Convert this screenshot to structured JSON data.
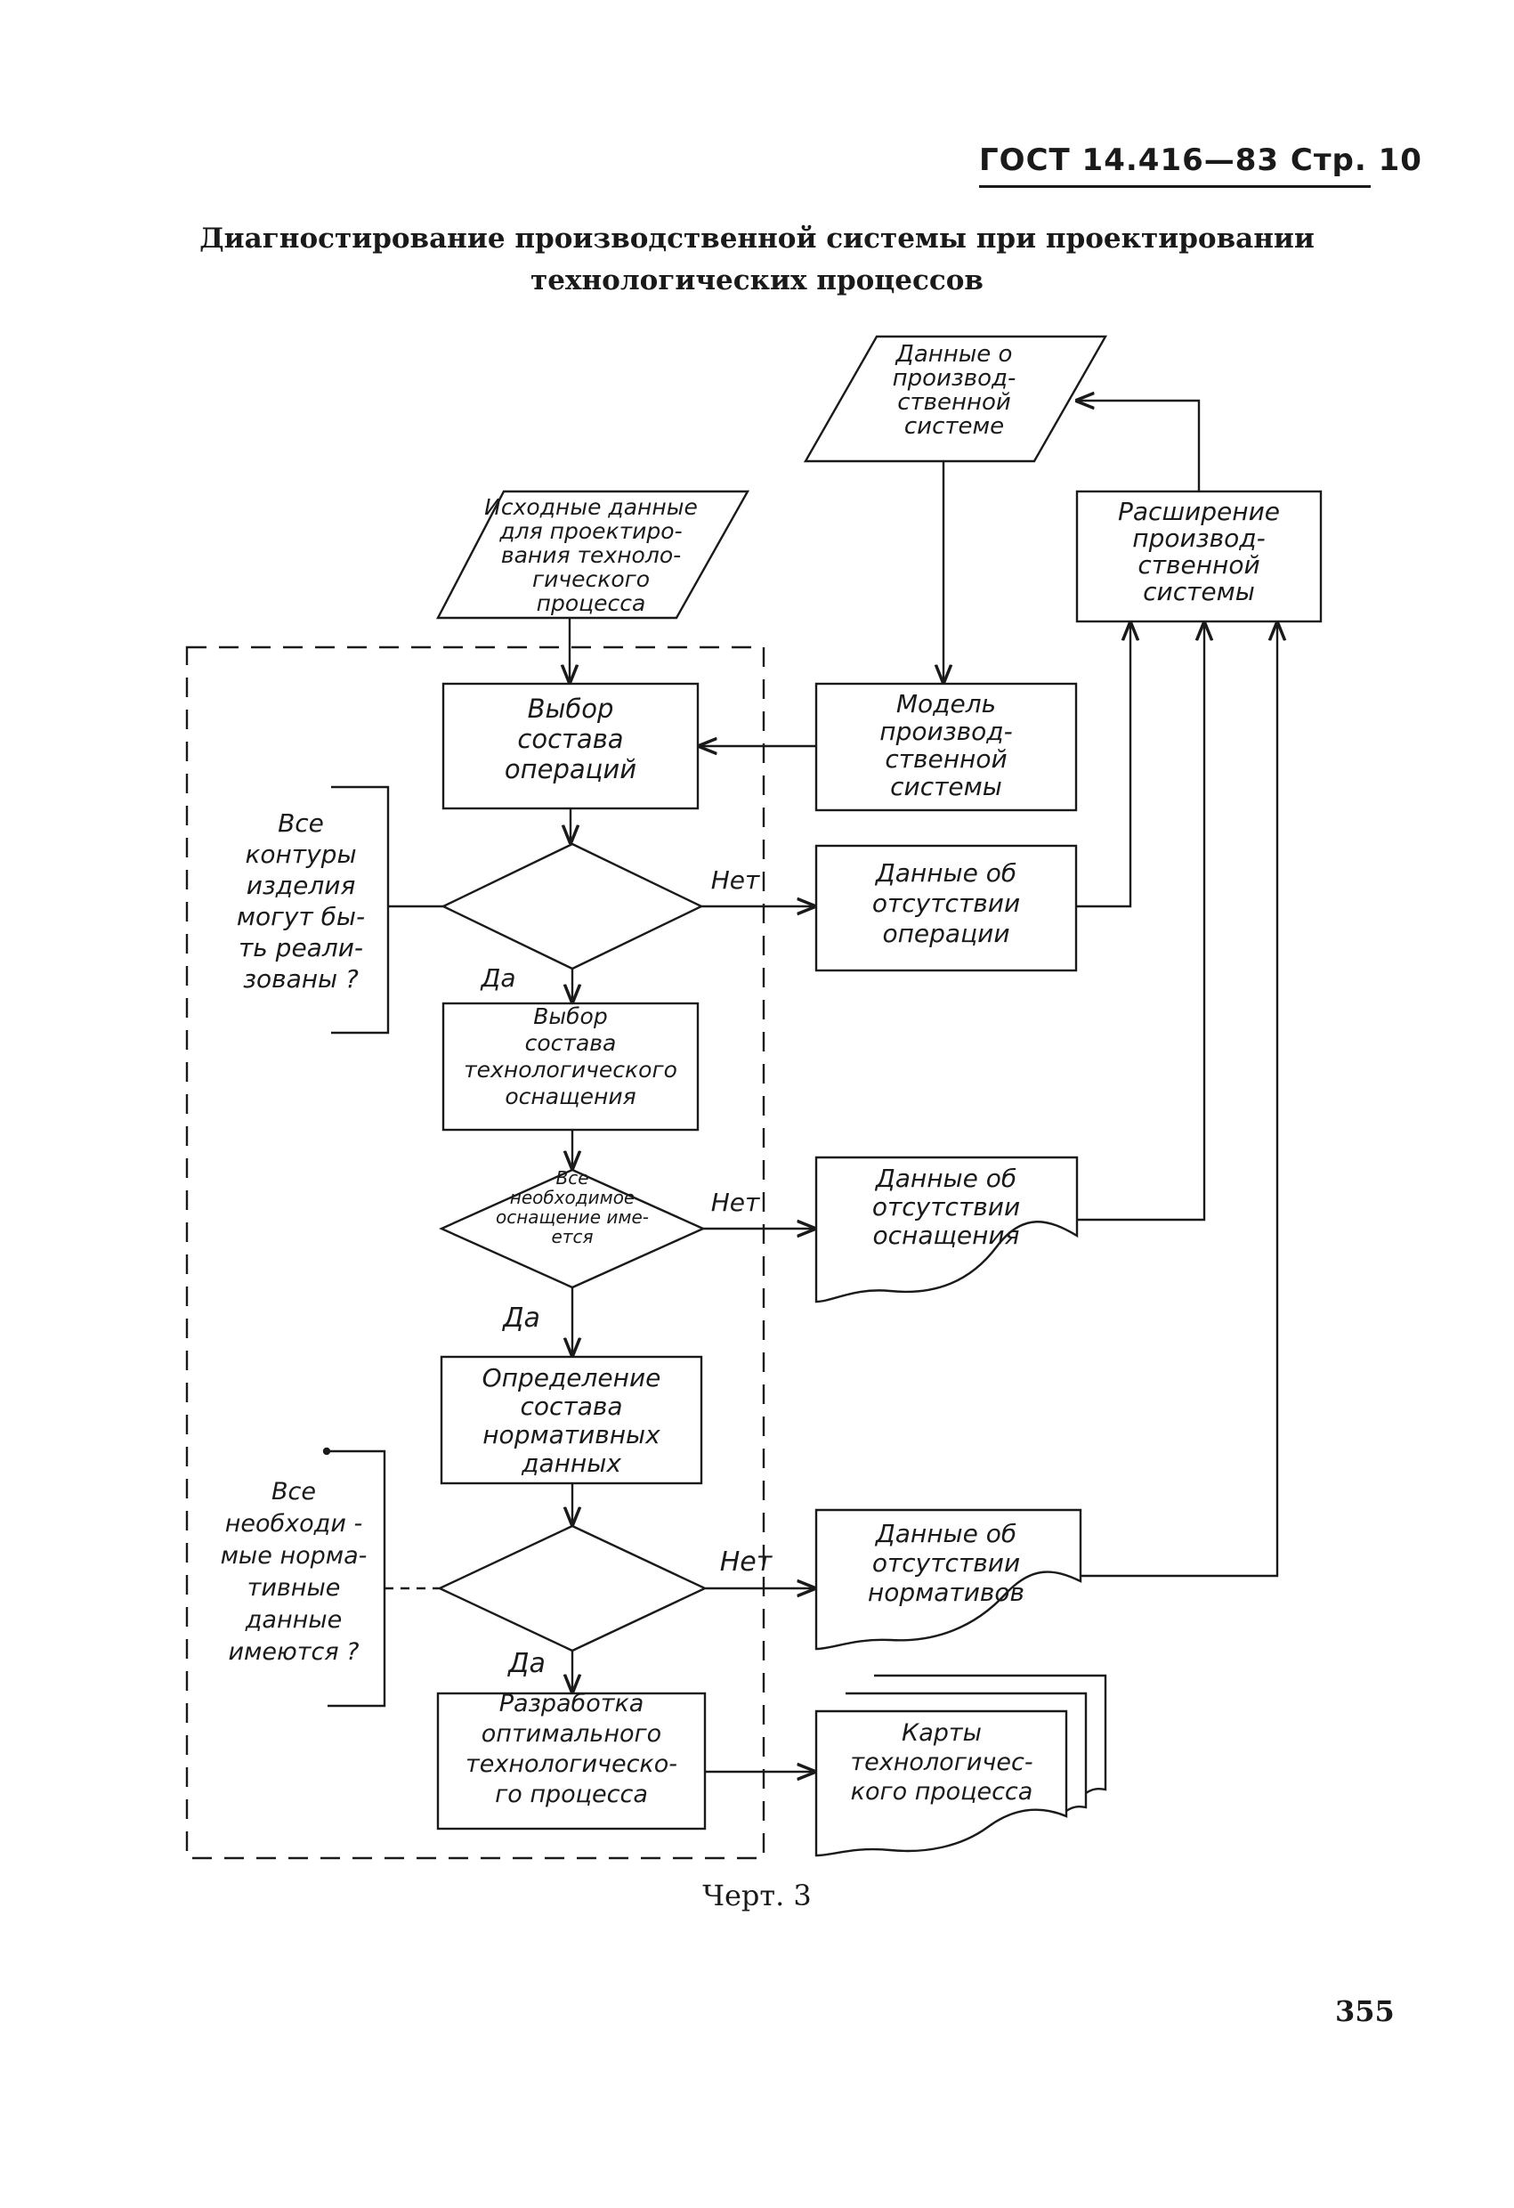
{
  "header": {
    "standard": "ГОСТ 14.416—83 Стр. 10"
  },
  "title": {
    "line1": "Диагностирование производственной системы при проектировании",
    "line2": "технологических процессов"
  },
  "blocks": {
    "data_production_system": [
      "Данные о",
      "производ-",
      "ственной",
      "системе"
    ],
    "initial_data": [
      "Исходные данные",
      "для проектиро-",
      "вания техноло-",
      "гического",
      "процесса"
    ],
    "expansion": [
      "Расширение",
      "производ-",
      "ственной",
      "системы"
    ],
    "choose_operations": [
      "Выбор",
      "состава",
      "операций"
    ],
    "model": [
      "Модель",
      "производ-",
      "ственной",
      "системы"
    ],
    "q_contours": [
      "Все",
      "контуры",
      "изделия",
      "могут бы-",
      "ть реали-",
      "зованы ?"
    ],
    "no_operations": [
      "Данные об",
      "отсутствии",
      "операции"
    ],
    "choose_equipment": [
      "Выбор",
      "состава",
      "технологического",
      "оснащения"
    ],
    "q_equipment": [
      "Все",
      "необходимое",
      "оснащение име-",
      "ется"
    ],
    "no_equipment": [
      "Данные об",
      "отсутствии",
      "оснащения"
    ],
    "define_norms": [
      "Определение",
      "состава",
      "нормативных",
      "данных"
    ],
    "q_norms": [
      "Все",
      "необходи -",
      "мые норма-",
      "тивные",
      "данные",
      "имеются ?"
    ],
    "no_norms": [
      "Данные об",
      "отсутствии",
      "нормативов"
    ],
    "develop_process": [
      "Разработка",
      "оптимального",
      "технологическо-",
      "го процесса"
    ],
    "process_cards": [
      "Карты",
      "технологичес-",
      "кого процесса"
    ]
  },
  "edges": {
    "yes": "Да",
    "no": "Нет"
  },
  "caption": "Черт. 3",
  "page_number": "355"
}
